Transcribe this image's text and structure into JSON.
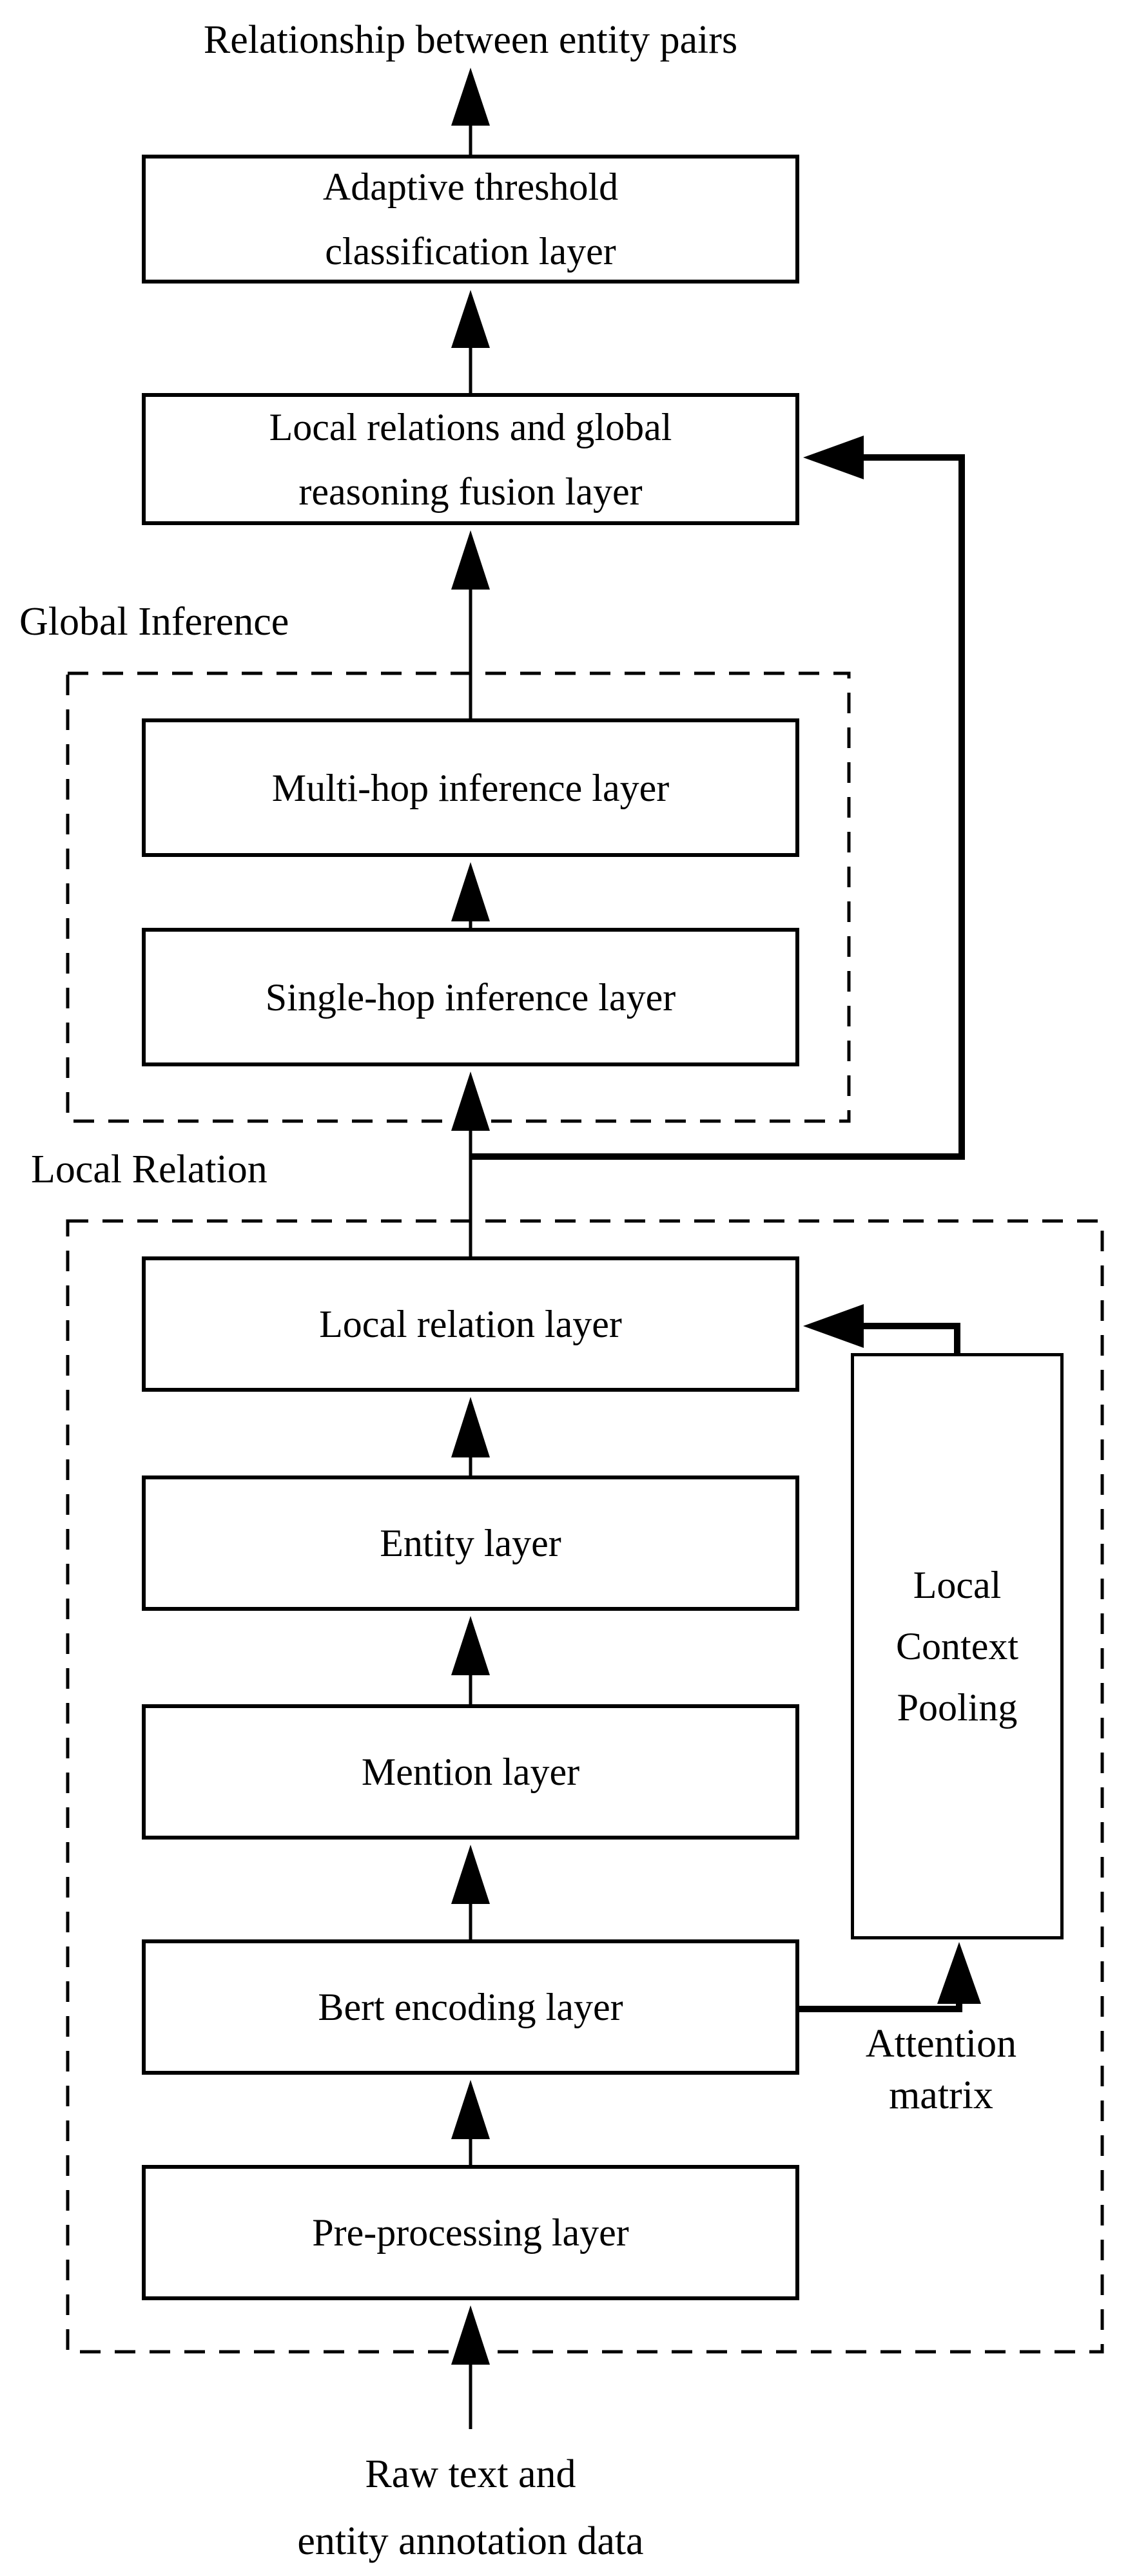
{
  "diagram": {
    "title": "Relationship between entity pairs",
    "nodes": {
      "adaptive": {
        "line1": "Adaptive threshold",
        "line2": "classification layer"
      },
      "fusion": {
        "line1": "Local relations and global",
        "line2": "reasoning fusion layer"
      },
      "multi_hop": {
        "label": "Multi-hop inference layer"
      },
      "single_hop": {
        "label": "Single-hop inference layer"
      },
      "local_relation": {
        "label": "Local relation layer"
      },
      "entity": {
        "label": "Entity layer"
      },
      "mention": {
        "label": "Mention layer"
      },
      "bert": {
        "label": "Bert encoding layer"
      },
      "preprocessing": {
        "label": "Pre-processing layer"
      },
      "local_context_pooling": {
        "line1": "Local",
        "line2": "Context",
        "line3": "Pooling"
      }
    },
    "groups": {
      "global_inference": {
        "label": "Global Inference"
      },
      "local_relation": {
        "label": "Local Relation"
      }
    },
    "annotations": {
      "attention_matrix": {
        "line1": "Attention",
        "line2": "matrix"
      },
      "input": {
        "line1": "Raw text and",
        "line2": "entity annotation data"
      }
    },
    "colors": {
      "stroke": "#000000",
      "background": "#ffffff"
    }
  }
}
